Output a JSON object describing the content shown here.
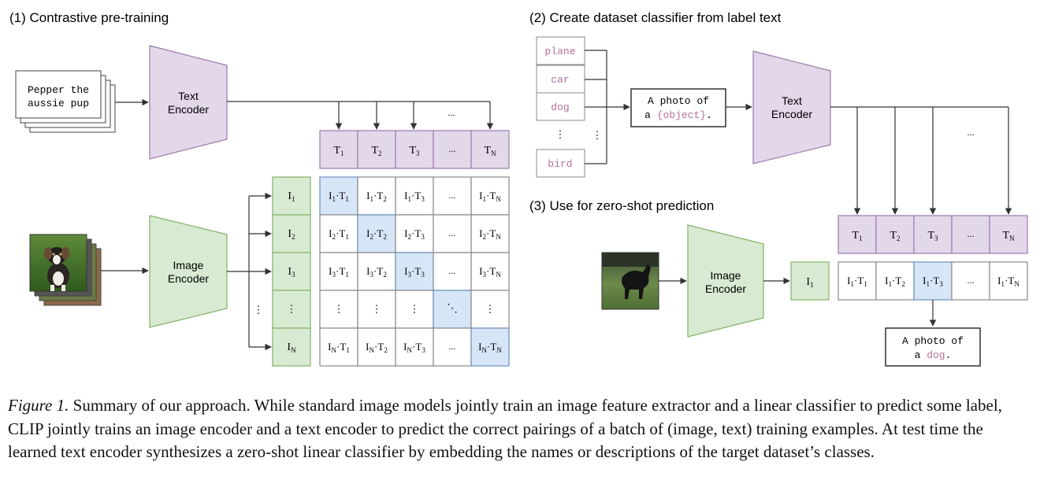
{
  "sections": {
    "pretraining": "(1) Contrastive pre-training",
    "classifier": "(2) Create dataset classifier from label text",
    "zeroshot": "(3) Use for zero-shot prediction"
  },
  "encoders": {
    "text": [
      "Text",
      "Encoder"
    ],
    "image": [
      "Image",
      "Encoder"
    ]
  },
  "input_text_lines": [
    "Pepper the",
    "aussie pup"
  ],
  "text_embeddings": [
    {
      "base": "T",
      "sub": "1"
    },
    {
      "base": "T",
      "sub": "2"
    },
    {
      "base": "T",
      "sub": "3"
    },
    {
      "base": "...",
      "sub": ""
    },
    {
      "base": "T",
      "sub": "N"
    }
  ],
  "image_embeddings": [
    {
      "base": "I",
      "sub": "1"
    },
    {
      "base": "I",
      "sub": "2"
    },
    {
      "base": "I",
      "sub": "3"
    },
    {
      "base": "⋮",
      "sub": ""
    },
    {
      "base": "I",
      "sub": "N"
    }
  ],
  "matrix": {
    "row_subs": [
      "1",
      "2",
      "3",
      "",
      "N"
    ],
    "col_subs": [
      "1",
      "2",
      "3",
      "",
      "N"
    ],
    "ellipsis": "...",
    "vdots": "⋮",
    "ddots": "⋱"
  },
  "class_labels": [
    "plane",
    "car",
    "dog",
    "⋮",
    "bird"
  ],
  "template": {
    "line1": "A photo of",
    "line2_prefix": "a ",
    "placeholder": "{object}",
    "line2_suffix": "."
  },
  "zeroshot": {
    "image_embedding": {
      "base": "I",
      "sub": "1"
    },
    "products": [
      "1",
      "2",
      "3",
      "",
      "N"
    ],
    "highlight_index": 2,
    "prediction": {
      "line1": "A photo of",
      "line2_prefix": "a ",
      "label": "dog",
      "line2_suffix": "."
    }
  },
  "colors": {
    "text_encoder_fill": "#e3d7ea",
    "text_encoder_stroke": "#9a7cab",
    "image_encoder_fill": "#d9ead3",
    "image_encoder_stroke": "#82b366",
    "highlight_fill": "#d6e6f7",
    "highlight_stroke": "#6c8ebf",
    "label_pink": "#b5709a"
  },
  "caption": {
    "label": "Figure 1.",
    "text": " Summary of our approach. While standard image models jointly train an image feature extractor and a linear classifier to predict some label, CLIP jointly trains an image encoder and a text encoder to predict the correct pairings of a batch of (image, text) training examples. At test time the learned text encoder synthesizes a zero-shot linear classifier by embedding the names or descriptions of the target dataset’s classes."
  }
}
